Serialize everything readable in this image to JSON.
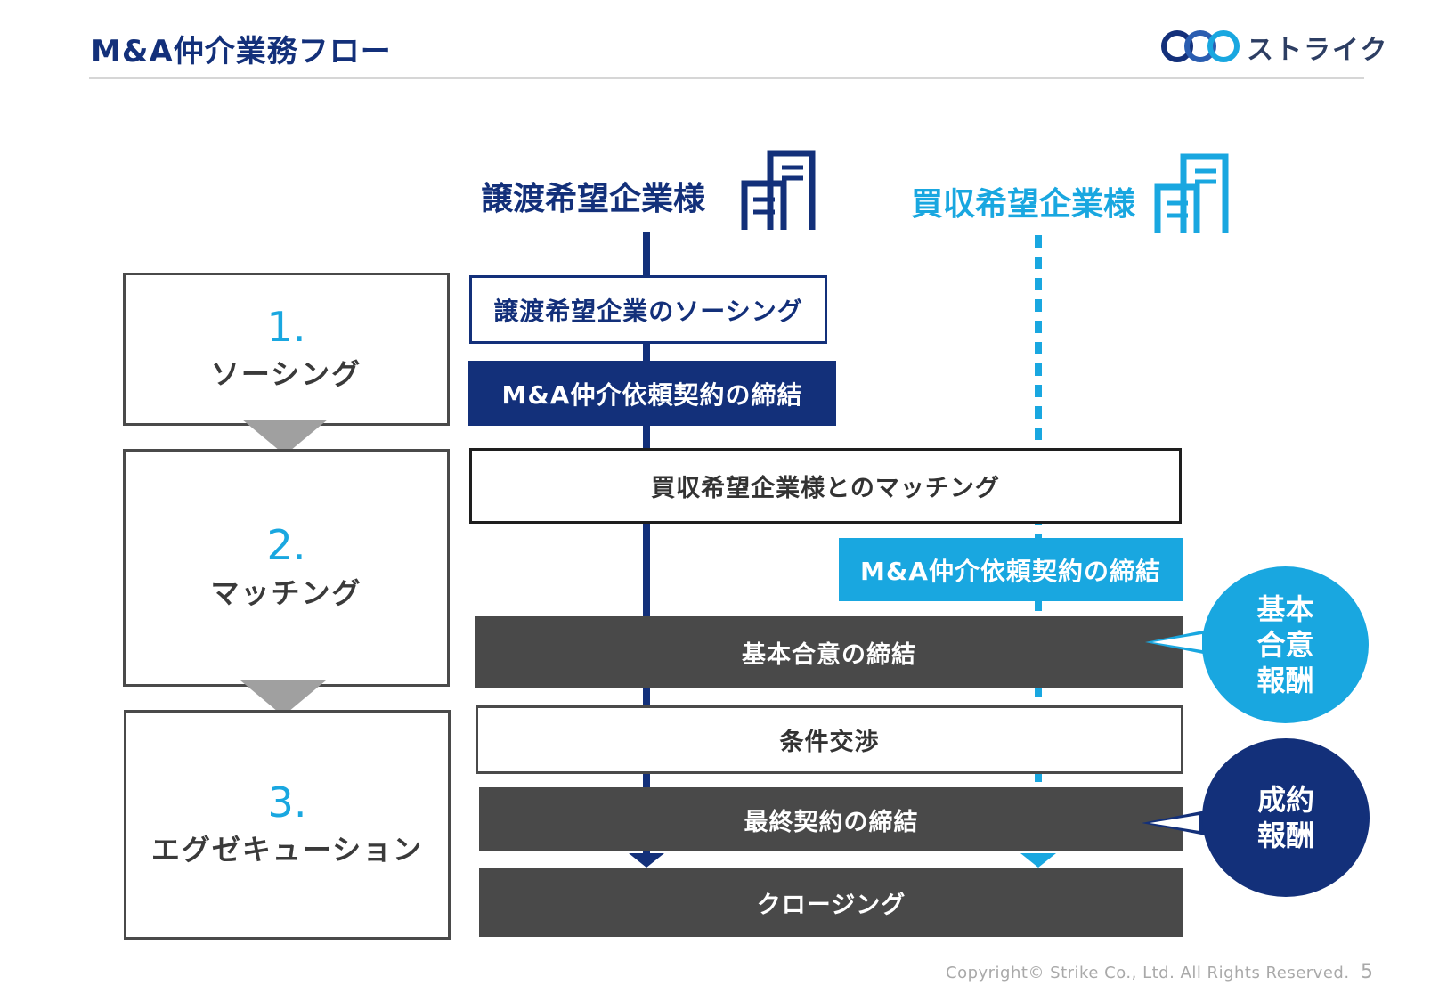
{
  "header": {
    "title": "M&A仲介業務フロー",
    "logo_text": "ストライク",
    "brand_colors": {
      "navy": "#13307a",
      "cyan": "#19a7e0",
      "dark_gray": "#494949"
    }
  },
  "parties": {
    "seller": {
      "label": "譲渡希望企業様",
      "icon": "building-icon",
      "color": "#13307a"
    },
    "buyer": {
      "label": "買収希望企業様",
      "icon": "building-icon",
      "color": "#19a7e0"
    }
  },
  "phases": [
    {
      "number": "1.",
      "label": "ソーシング"
    },
    {
      "number": "2.",
      "label": "マッチング"
    },
    {
      "number": "3.",
      "label": "エグゼキューション"
    }
  ],
  "steps": {
    "seller_sourcing": "譲渡希望企業のソーシング",
    "seller_mandate": "M&A仲介依頼契約の締結",
    "matching": "買収希望企業様とのマッチング",
    "buyer_mandate": "M&A仲介依頼契約の締結",
    "basic_agreement": "基本合意の締結",
    "negotiation": "条件交渉",
    "final_agreement": "最終契約の締結",
    "closing": "クロージング"
  },
  "fees": {
    "basic_agreement_fee": {
      "lines": [
        "基本",
        "合意",
        "報酬"
      ],
      "color": "#19a7e0"
    },
    "success_fee": {
      "lines": [
        "成約",
        "報酬"
      ],
      "color": "#13307a"
    }
  },
  "footer": {
    "copyright": "Copyright© Strike Co., Ltd. All Rights Reserved.",
    "page_number": "5"
  }
}
